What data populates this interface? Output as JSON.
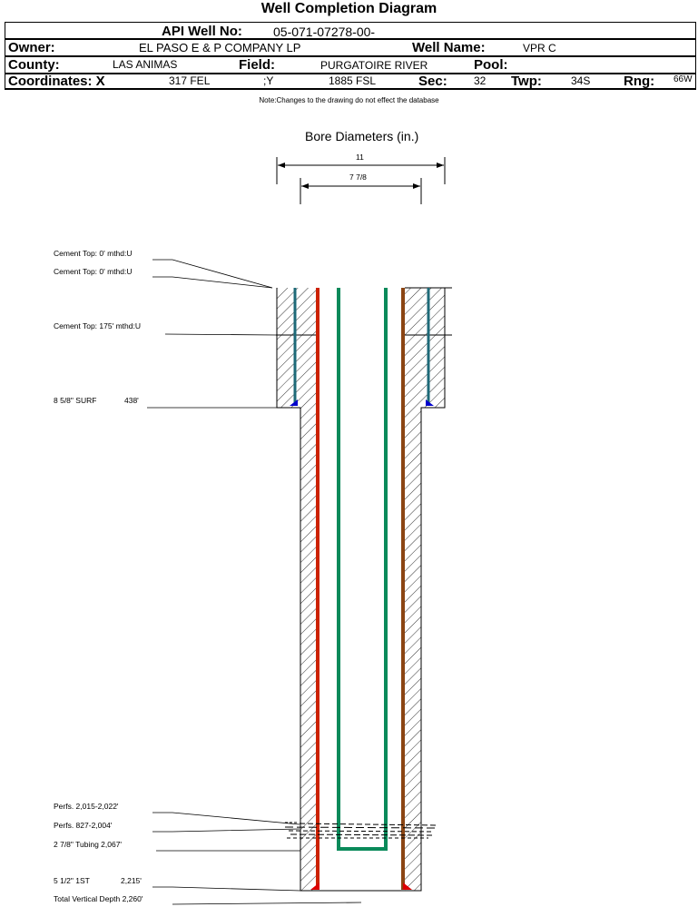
{
  "header": {
    "title": "Well Completion Diagram",
    "api_label": "API Well No:",
    "api_value": "05-071-07278-00-",
    "owner_label": "Owner:",
    "owner_value": "EL PASO E & P COMPANY LP",
    "wellname_label": "Well Name:",
    "wellname_value": "VPR C",
    "county_label": "County:",
    "county_value": "LAS ANIMAS",
    "field_label": "Field:",
    "field_value": "PURGATOIRE RIVER",
    "pool_label": "Pool:",
    "pool_value": "",
    "coord_label": "Coordinates: X",
    "coord_x_value": "317 FEL",
    "coord_y_label": ";Y",
    "coord_y_value": "1885 FSL",
    "sec_label": "Sec:",
    "sec_value": "32",
    "twp_label": "Twp:",
    "twp_value": "34S",
    "rng_label": "Rng:",
    "rng_value": "66W",
    "note": "Note:Changes to the drawing do not effect the database"
  },
  "diagram": {
    "bore_title": "Bore Diameters (in.)",
    "bore_outer": "11",
    "bore_inner": "7 7/8",
    "annotations": {
      "cement_top_1": "Cement Top: 0' mthd:U",
      "cement_top_2": "Cement Top: 0' mthd:U",
      "cement_top_3": "Cement Top: 175' mthd:U",
      "surf_casing_name": "8 5/8\" SURF",
      "surf_casing_depth": "438'",
      "perfs_1": "Perfs. 2,015-2,022'",
      "perfs_2": "Perfs. 827-2,004'",
      "tubing": "2 7/8\" Tubing 2,067'",
      "prod_casing_name": "5 1/2\" 1ST",
      "prod_casing_depth": "2,215'",
      "tvd": "Total Vertical Depth 2,260'"
    },
    "colors": {
      "surface_casing": "#1e6a78",
      "production_casing_left": "#cc2200",
      "production_casing_right": "#8b4513",
      "tubing": "#0a8a5a",
      "shoe_surface": "#0000cc",
      "shoe_production": "#dd0000"
    }
  }
}
